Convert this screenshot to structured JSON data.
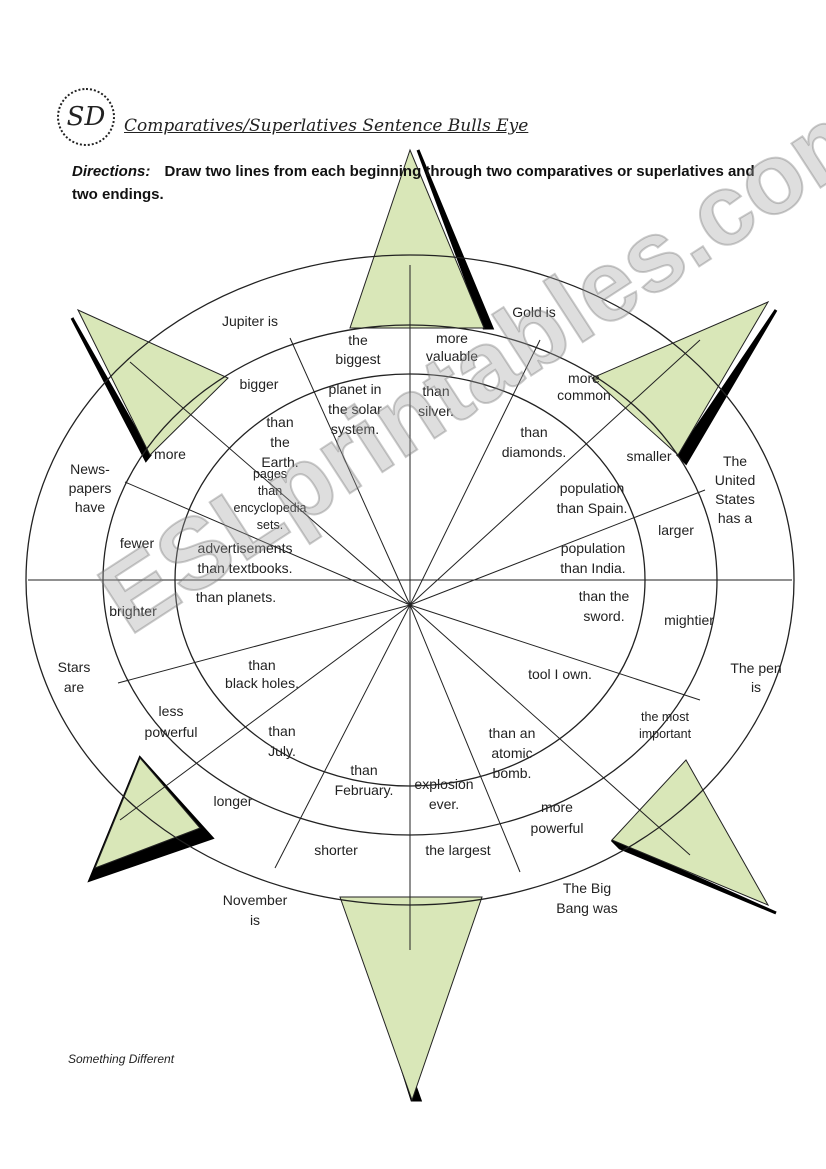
{
  "header": {
    "logo_text": "SD",
    "title": "Comparatives/Superlatives Sentence Bulls Eye",
    "directions_label": "Directions:",
    "directions_text": "Draw two lines from each beginning through two comparatives or superlatives and two endings."
  },
  "wheel": {
    "outer": [
      [
        "Jupiter is"
      ],
      [
        "Gold is"
      ],
      [
        "The",
        "United",
        "States",
        "has a"
      ],
      [
        "The pen",
        "is"
      ],
      [
        "The Big",
        "Bang was"
      ],
      [
        "November",
        "is"
      ],
      [
        "Stars",
        "are"
      ],
      [
        "News-",
        "papers",
        "have"
      ]
    ],
    "middle": [
      [
        "the",
        "biggest"
      ],
      [
        "more",
        "valuable"
      ],
      [
        "more",
        "common"
      ],
      [
        "smaller"
      ],
      [
        "larger"
      ],
      [
        "mightier"
      ],
      [
        "the most",
        "important"
      ],
      [
        "more",
        "powerful"
      ],
      [
        "the largest"
      ],
      [
        "shorter"
      ],
      [
        "longer"
      ],
      [
        "less",
        "powerful"
      ],
      [
        "brighter"
      ],
      [
        "fewer"
      ],
      [
        "more"
      ],
      [
        "bigger"
      ]
    ],
    "inner": [
      [
        "planet in",
        "the solar",
        "system."
      ],
      [
        "than",
        "silver."
      ],
      [
        "than",
        "diamonds."
      ],
      [
        "population",
        "than Spain."
      ],
      [
        "population",
        "than India."
      ],
      [
        "than the",
        "sword."
      ],
      [
        "tool I own."
      ],
      [
        "than an",
        "atomic",
        "bomb."
      ],
      [
        "explosion",
        "ever."
      ],
      [
        "than",
        "February."
      ],
      [
        "than",
        "July."
      ],
      [
        "than",
        "black holes."
      ],
      [
        "than planets."
      ],
      [
        "advertisements",
        "than textbooks."
      ],
      [
        "pages",
        "than",
        "encyclopedia",
        "sets."
      ],
      [
        "than",
        "the",
        "Earth."
      ]
    ]
  },
  "footer": {
    "credit": "Something Different"
  },
  "watermark": {
    "text": "ESLprintables.com"
  },
  "colors": {
    "star_fill": "#d9e7b8",
    "line": "#222222",
    "shadow": "#000000",
    "watermark": "#a0a0a0"
  }
}
